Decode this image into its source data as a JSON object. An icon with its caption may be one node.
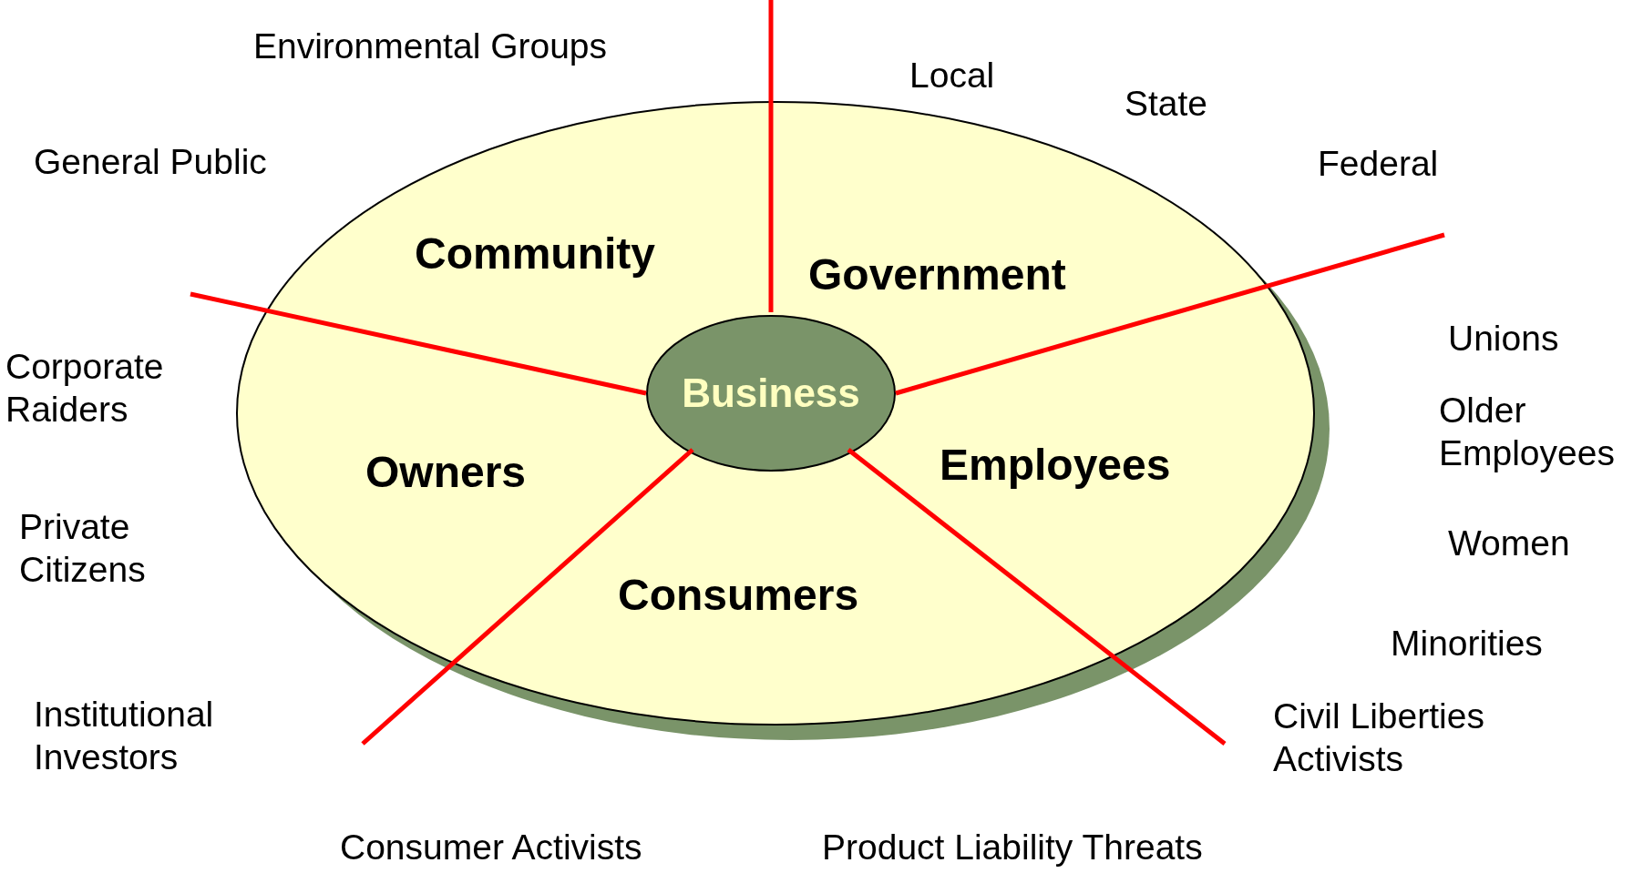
{
  "diagram": {
    "nodes": [
      {
        "text": [
          "Community",
          "Government",
          "Owners",
          "Employees",
          "Consumers"
        ]
      },
      {
        "text": [
          "Business"
        ],
        "in": 0
      }
    ],
    "labels": [
      "Environmental Groups",
      "Local",
      "State",
      "General Public",
      "Federal",
      "Corporate Raiders",
      "Unions",
      "Older Employees",
      "Private Citizens",
      "Women",
      "Minorities",
      "Institutional Investors",
      "Civil Liberties Activists",
      "Consumer Activists",
      "Product Liability Threats"
    ]
  }
}
